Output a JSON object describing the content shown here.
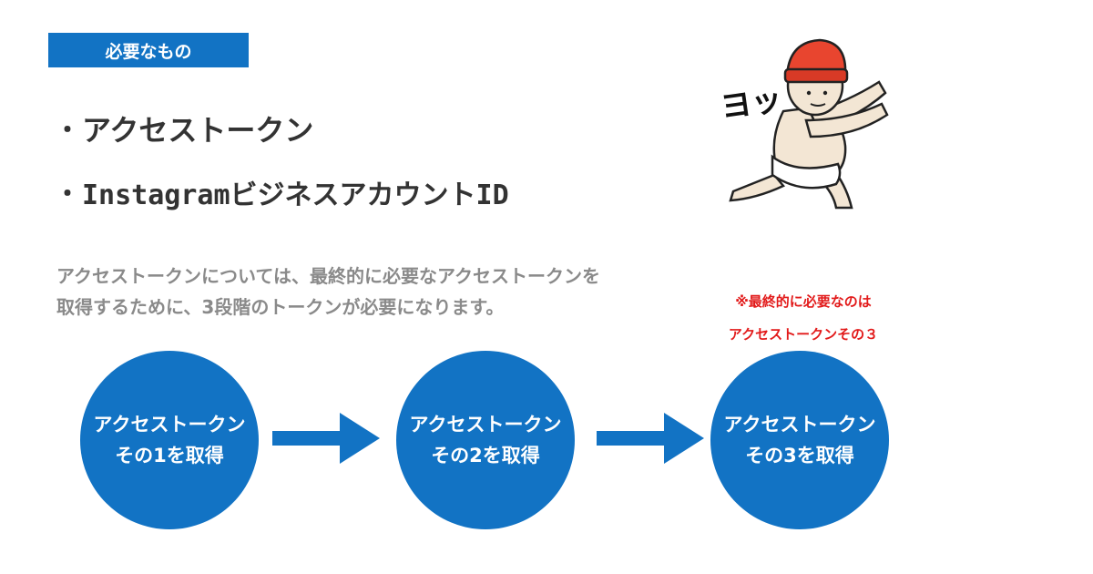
{
  "tag": {
    "label": "必要なもの"
  },
  "requirements": {
    "bullet": "・",
    "items": [
      "アクセストークン",
      "InstagramビジネスアカウントID"
    ]
  },
  "description": {
    "line1": "アクセストークンについては、最終的に必要なアクセストークンを",
    "line2": "取得するために、3段階のトークンが必要になります。"
  },
  "note": {
    "line1": "※最終的に必要なのは",
    "line2": "アクセストークンその３"
  },
  "steps": [
    {
      "line1": "アクセストークン",
      "line2": "その1を取得"
    },
    {
      "line1": "アクセストークン",
      "line2": "その2を取得"
    },
    {
      "line1": "アクセストークン",
      "line2": "その3を取得"
    }
  ],
  "mascot": {
    "shout": "ヨッ"
  },
  "colors": {
    "accent": "#1273c4",
    "note": "#e21a1a",
    "text": "#333333",
    "muted": "#8a8a8a"
  }
}
